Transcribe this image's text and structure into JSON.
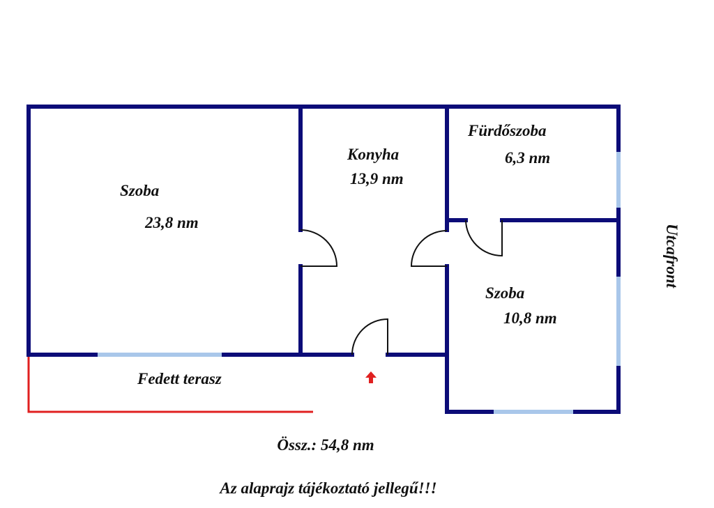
{
  "colors": {
    "wall": "#0c0c78",
    "window": "#a9c7ea",
    "terrace": "#e02020",
    "entrance_arrow": "#e02020"
  },
  "rooms": [
    {
      "name": "Szoba",
      "area": "23,8 nm"
    },
    {
      "name": "Konyha",
      "area": "13,9 nm"
    },
    {
      "name": "Fürdőszoba",
      "area": "6,3 nm"
    },
    {
      "name": "Szoba",
      "area": "10,8 nm"
    }
  ],
  "terrace": "Fedett terasz",
  "street": "Utcafront",
  "total": "Össz.: 54,8 nm",
  "disclaimer": "Az alaprajz tájékoztató jellegű!!!"
}
